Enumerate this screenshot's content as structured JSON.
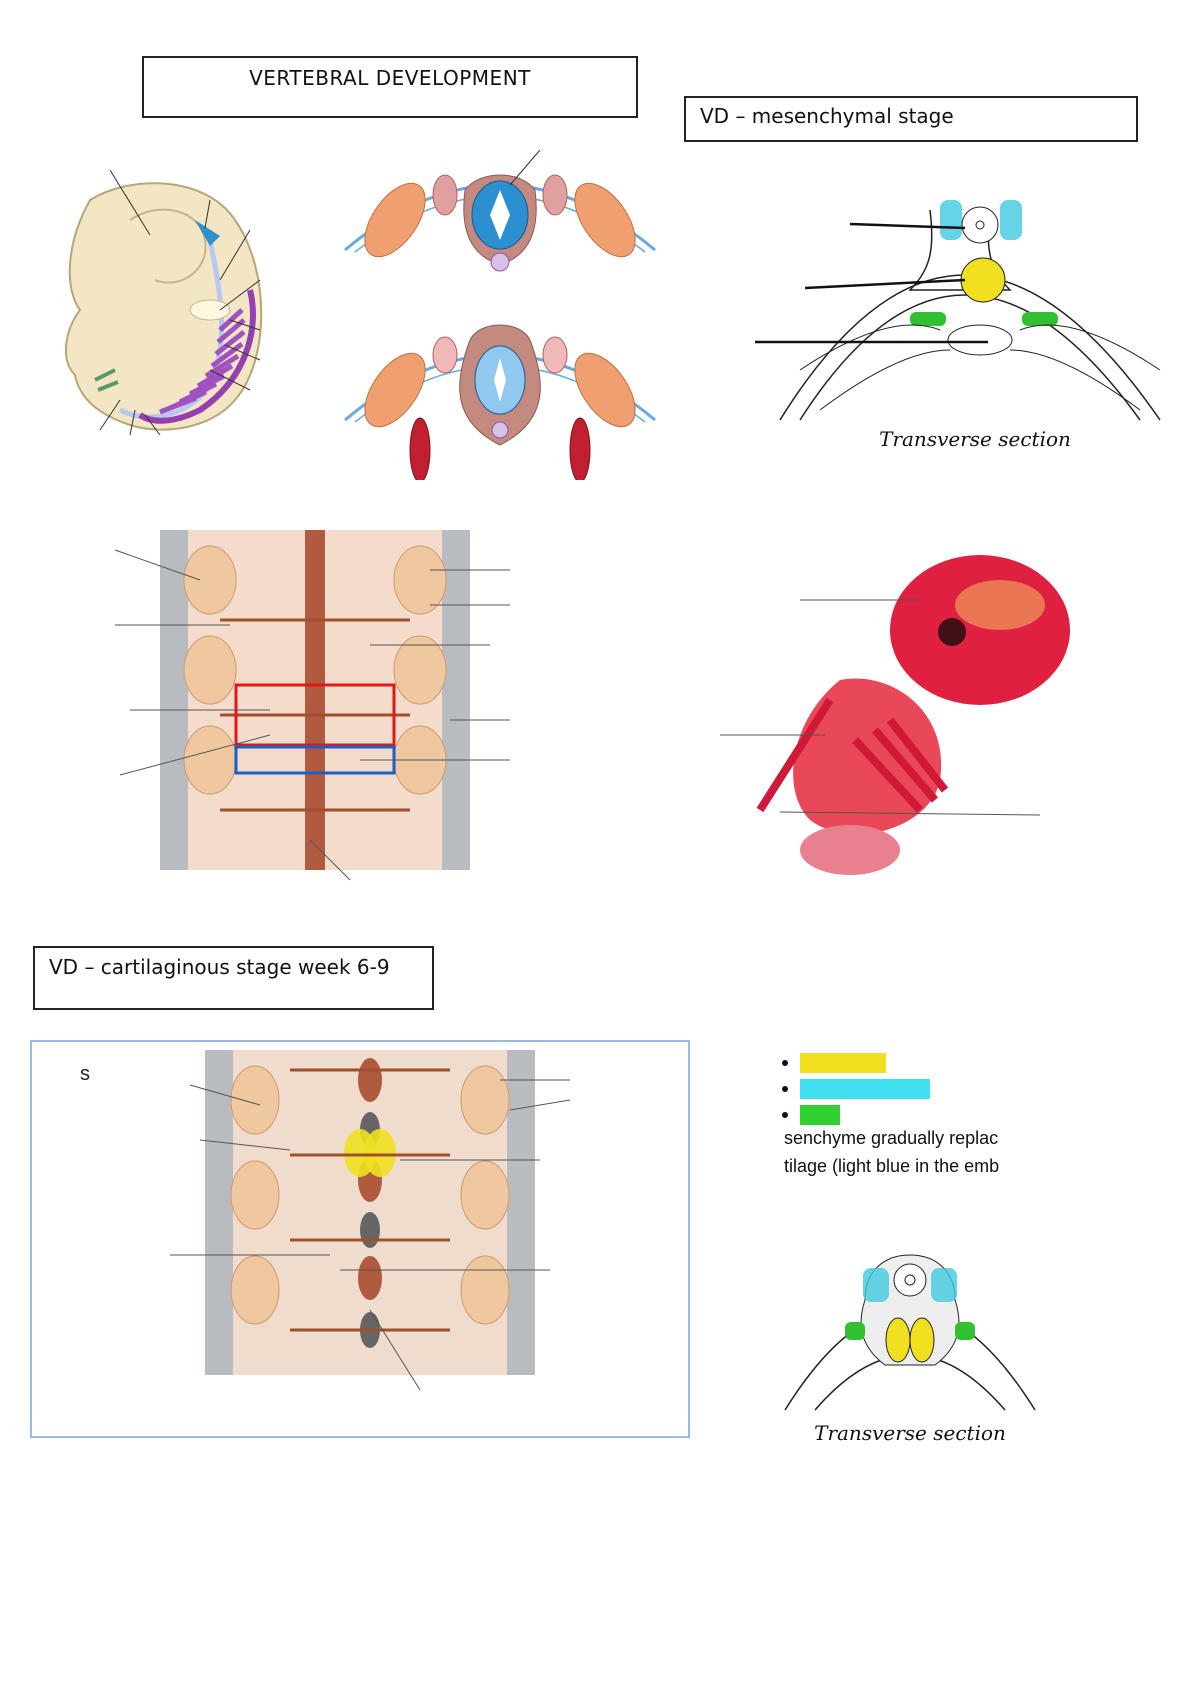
{
  "title": "VERTEBRAL DEVELOPMENT",
  "mesenchymal_heading": "VD – mesenchymal stage",
  "cartilaginous_heading": "VD – cartilaginous stage week 6-9",
  "transverse_caption": "Transverse section",
  "partial_line_1": "senchyme gradually replac",
  "partial_line_2": "tilage (light blue in the emb",
  "stray_label": "s",
  "highlight_colors": {
    "yellow": "#f0e020",
    "cyan": "#40c8e0",
    "green": "#30c030"
  }
}
